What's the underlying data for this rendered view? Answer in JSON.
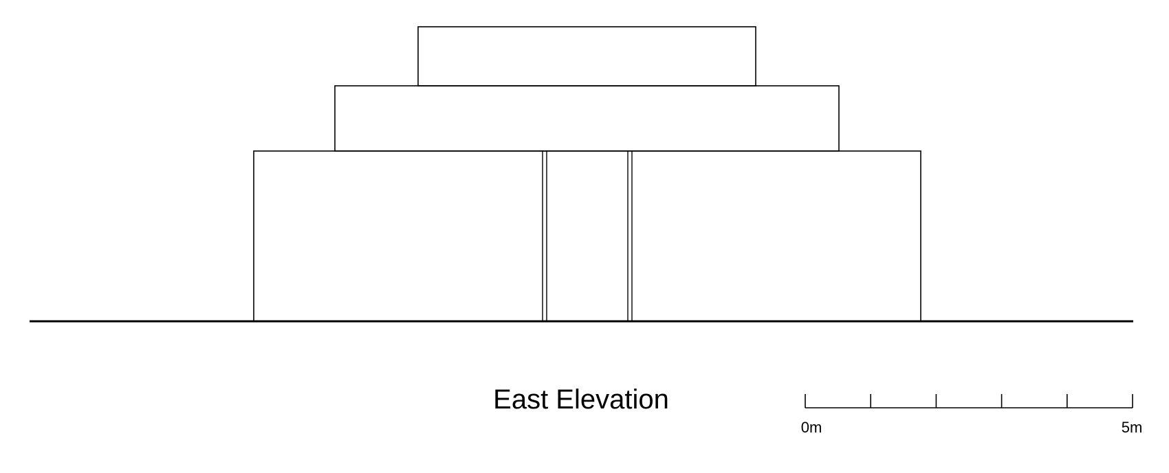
{
  "drawing": {
    "title": "East Elevation",
    "stroke_color": "#000000",
    "background": "#ffffff"
  },
  "scale_bar": {
    "start_label": "0m",
    "end_label": "5m",
    "divisions": 5
  }
}
